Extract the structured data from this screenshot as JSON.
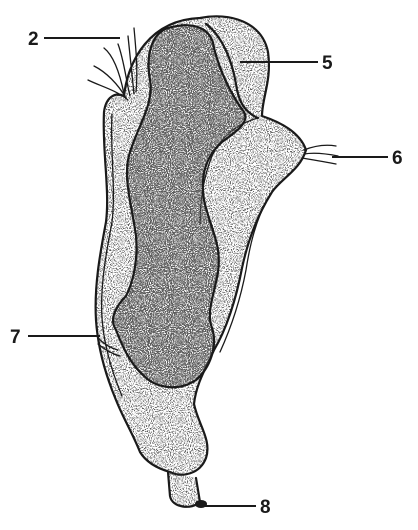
{
  "labels": {
    "l2": "2",
    "l5": "5",
    "l6": "6",
    "l7": "7",
    "l8": "8"
  },
  "colors": {
    "ink": "#1a1a1a",
    "paper": "#ffffff"
  }
}
